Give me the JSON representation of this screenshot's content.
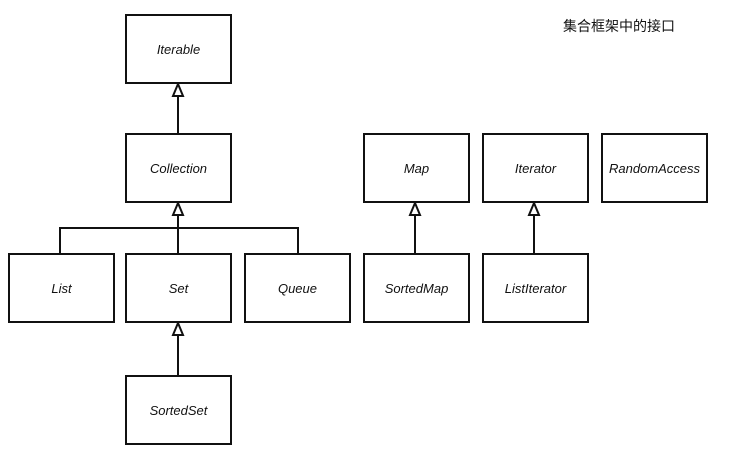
{
  "title": "集合框架中的接口",
  "interfaces": {
    "iterable": "Iterable",
    "collection": "Collection",
    "list": "List",
    "set": "Set",
    "queue": "Queue",
    "sorted_set": "SortedSet",
    "map": "Map",
    "sorted_map": "SortedMap",
    "iterator": "Iterator",
    "list_iterator": "ListIterator",
    "random_access": "RandomAccess"
  }
}
